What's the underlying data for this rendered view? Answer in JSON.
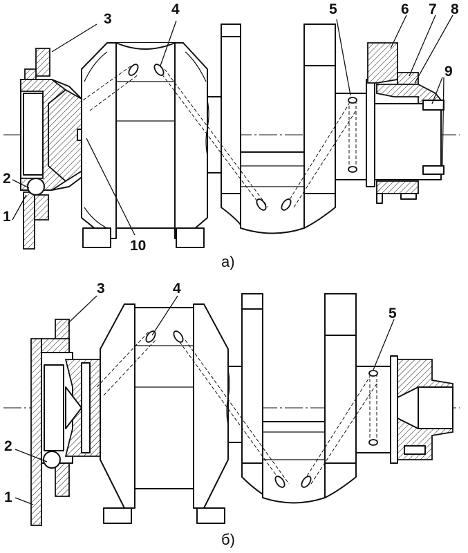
{
  "figure": {
    "view_a": {
      "caption": "а)",
      "callouts": [
        "1",
        "2",
        "3",
        "4",
        "5",
        "6",
        "7",
        "8",
        "9",
        "10"
      ]
    },
    "view_b": {
      "caption": "б)",
      "callouts": [
        "1",
        "2",
        "3",
        "4",
        "5"
      ]
    }
  },
  "colors": {
    "line": "#111111",
    "background": "#ffffff"
  }
}
